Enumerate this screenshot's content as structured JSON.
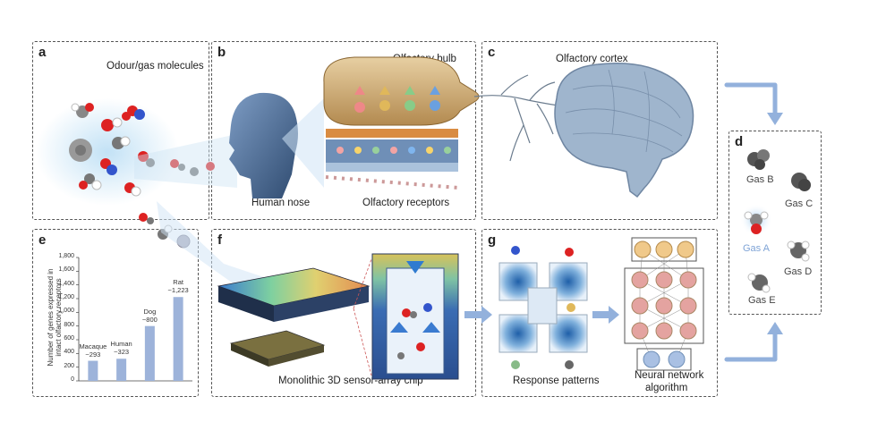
{
  "panels": {
    "a": {
      "letter": "a",
      "title": "Odour/gas molecules"
    },
    "b": {
      "letter": "b",
      "bulb_label": "Olfactory bulb",
      "nose_label": "Human nose",
      "receptor_label": "Olfactory receptors"
    },
    "c": {
      "letter": "c",
      "title": "Olfactory cortex"
    },
    "d": {
      "letter": "d",
      "gases": [
        "Gas B",
        "Gas C",
        "Gas A",
        "Gas D",
        "Gas E"
      ]
    },
    "e": {
      "letter": "e",
      "ylabel_line1": "Number of genes expressed in",
      "ylabel_line2": "intact olfactory receptors"
    },
    "f": {
      "letter": "f",
      "title": "Monolithic 3D sensor-array chip"
    },
    "g": {
      "letter": "g",
      "response_label": "Response patterns",
      "nn_label_line1": "Neural network",
      "nn_label_line2": "algorithm"
    }
  },
  "chart_data": {
    "type": "bar",
    "categories": [
      "Macaque",
      "Human",
      "Dog",
      "Rat"
    ],
    "values": [
      293,
      323,
      800,
      1223
    ],
    "value_labels": [
      "~293",
      "~323",
      "~800",
      "~1,223"
    ],
    "ylabel": "Number of genes expressed in intact olfactory receptors",
    "ylim": [
      0,
      1800
    ],
    "yticks": [
      "0",
      "200",
      "400",
      "600",
      "800",
      "1,000",
      "1,200",
      "1,400",
      "1,600",
      "1,800"
    ],
    "bar_color": "#9db3da",
    "grid": false
  },
  "colors": {
    "arrow": "#93b1dc",
    "brain": "#8fa7c2",
    "head": "#4d6c93",
    "bulb": "#c9a46a",
    "node_orange": "#f0c98a",
    "node_red": "#e4a3a0",
    "node_blue": "#a9c0e3"
  }
}
